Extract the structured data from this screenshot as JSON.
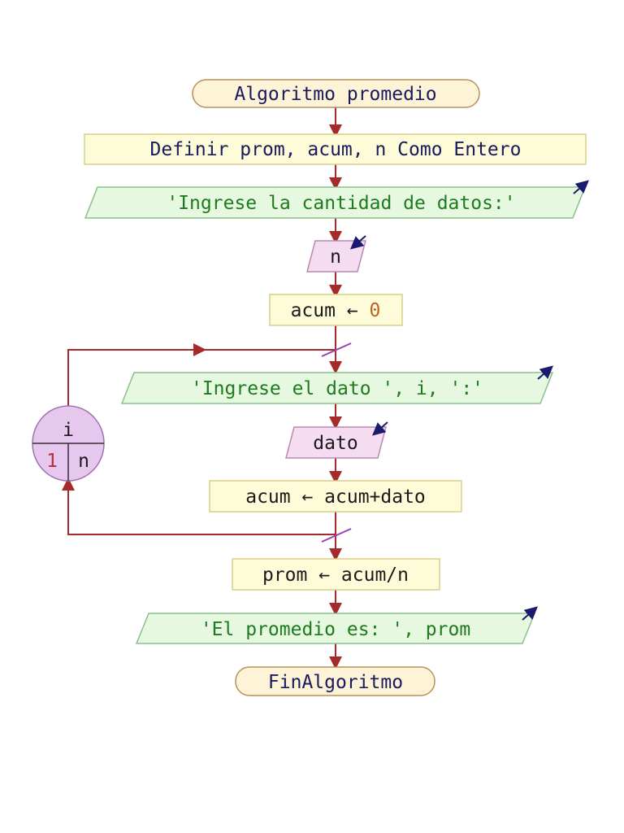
{
  "flowchart": {
    "start": {
      "text": "Algoritmo promedio"
    },
    "define": {
      "text": "Definir prom, acum, n Como Entero"
    },
    "output_prompt_n": {
      "text": "'Ingrese la cantidad de datos:'"
    },
    "input_n": {
      "text": "n"
    },
    "assign_acum_init": {
      "var": "acum",
      "arrow": "←",
      "value": "0"
    },
    "loop": {
      "var": "i",
      "start": "1",
      "end": "n"
    },
    "output_prompt_dato": {
      "text": "'Ingrese el dato ', i, ':'"
    },
    "input_dato": {
      "text": "dato"
    },
    "assign_acum_sum": {
      "text": "acum ← acum+dato"
    },
    "assign_prom": {
      "text": "prom ← acum/n"
    },
    "output_result": {
      "text": "'El promedio es: ', prom"
    },
    "end": {
      "text": "FinAlgoritmo"
    }
  },
  "colors": {
    "terminal_fill": "#fdf3d6",
    "terminal_stroke": "#b8905a",
    "process_fill": "#fdfbd8",
    "process_stroke": "#d8cf8a",
    "output_fill": "#e6f8e0",
    "output_stroke": "#8cbf8c",
    "input_fill": "#f6dcf0",
    "input_stroke": "#b88ab0",
    "loop_fill": "#e6c8ee",
    "loop_stroke": "#a070b0",
    "connector": "#a52a2a",
    "io_indicator": "#1a1a6e"
  }
}
